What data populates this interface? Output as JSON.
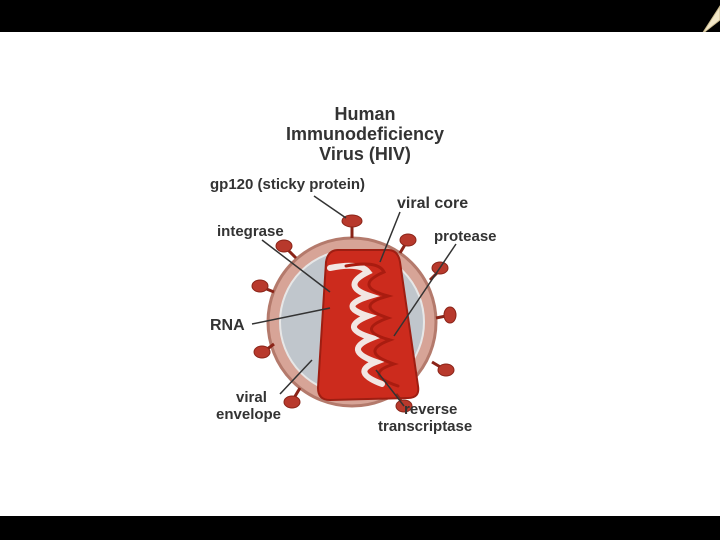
{
  "diagram": {
    "title_lines": [
      "Human",
      "Immunodeficiency",
      "Virus (HIV)"
    ],
    "labels": {
      "gp120": "gp120 (sticky protein)",
      "viral_core": "viral core",
      "integrase": "integrase",
      "protease": "protease",
      "rna": "RNA",
      "viral_envelope_line1": "viral",
      "viral_envelope_line2": "envelope",
      "reverse_transcriptase_line1": "reverse",
      "reverse_transcriptase_line2": "transcriptase"
    }
  },
  "colors": {
    "background": "#ffffff",
    "frame_bars": "#000000",
    "envelope": "#d7a497",
    "inner_membrane": "#c0c6cc",
    "core": "#cc2b1d",
    "knobs": "#b8392c",
    "text": "#333333"
  }
}
